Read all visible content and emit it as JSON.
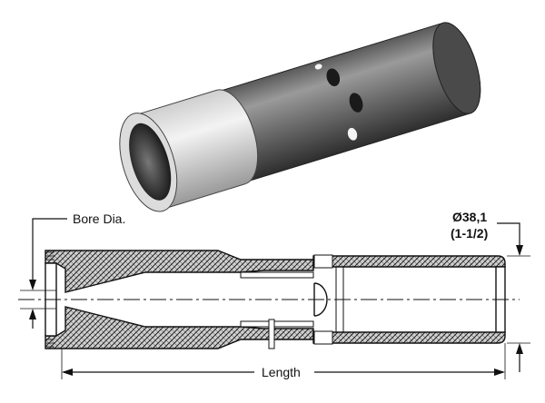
{
  "labels": {
    "bore_dia": "Bore Dia.",
    "diameter_metric": "Ø38,1",
    "diameter_imperial": "(1-1/2)",
    "length": "Length"
  },
  "colors": {
    "line": "#111111",
    "shade": "#bdbdbd",
    "background": "#ffffff"
  }
}
